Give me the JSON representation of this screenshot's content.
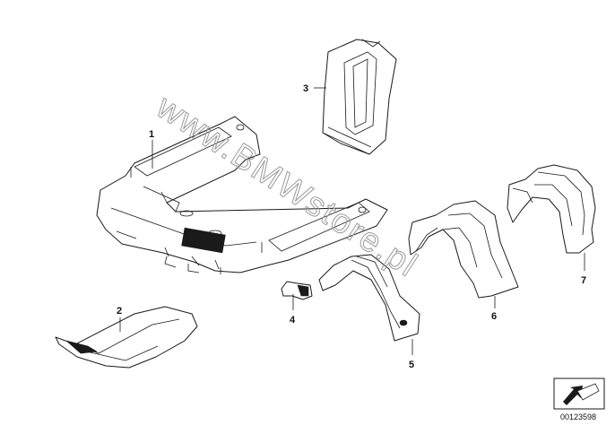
{
  "watermark": "www.BMWstore.pl",
  "callouts": [
    "1",
    "2",
    "3",
    "4",
    "5",
    "6",
    "7"
  ],
  "reference_number": "00123598",
  "icons": {
    "direction_marker": "arrow-box-icon"
  }
}
